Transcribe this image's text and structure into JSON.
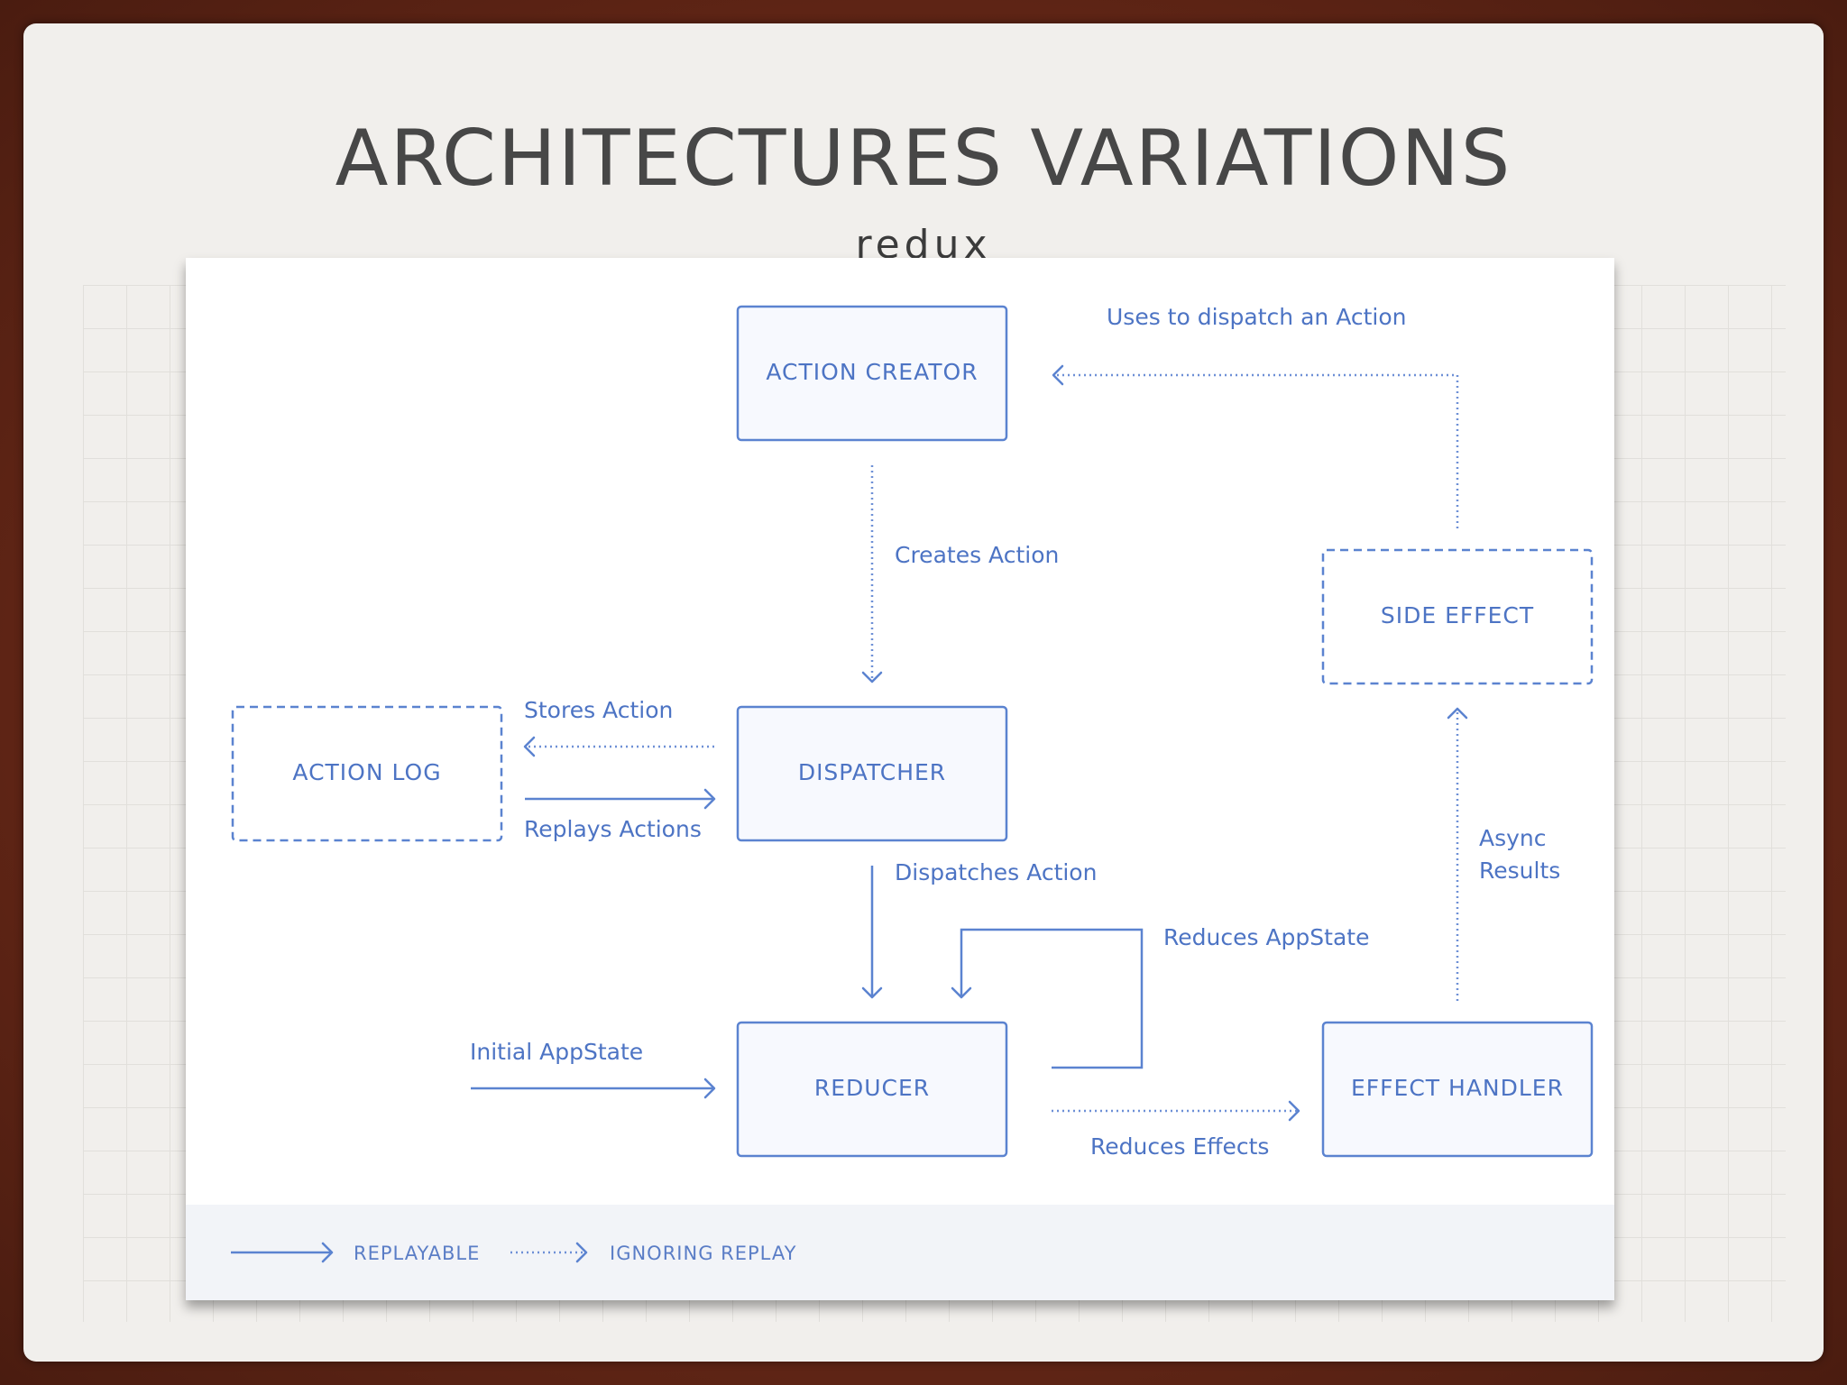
{
  "slide": {
    "title": "ARCHITECTURES VARIATIONS",
    "subtitle": "redux"
  },
  "diagram": {
    "nodes": {
      "action_creator": "ACTION CREATOR",
      "dispatcher": "DISPATCHER",
      "reducer": "REDUCER",
      "action_log": "ACTION LOG",
      "side_effect": "SIDE EFFECT",
      "effect_handler": "EFFECT HANDLER"
    },
    "edges": {
      "uses_to_dispatch": "Uses to dispatch an Action",
      "creates_action": "Creates Action",
      "stores_action": "Stores Action",
      "replays_actions": "Replays Actions",
      "dispatches_action": "Dispatches Action",
      "reduces_appstate": "Reduces AppState",
      "initial_appstate": "Initial AppState",
      "reduces_effects": "Reduces Effects",
      "async_results_line1": "Async",
      "async_results_line2": "Results"
    },
    "legend": {
      "replayable": "REPLAYABLE",
      "ignoring_replay": "IGNORING REPLAY"
    },
    "colors": {
      "accent": "#5b83d0",
      "text": "#4d74c4"
    }
  }
}
